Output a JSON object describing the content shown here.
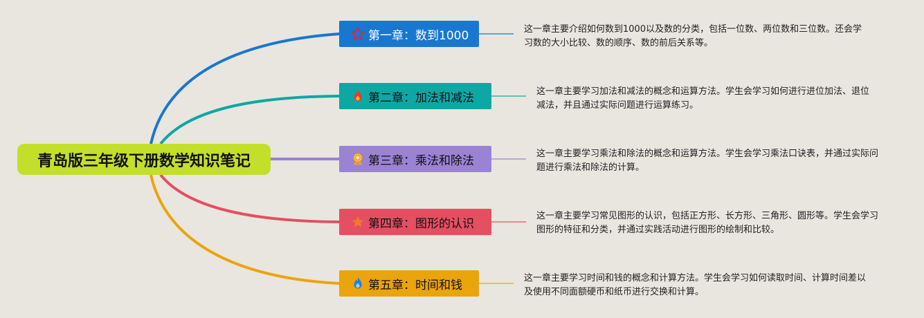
{
  "root": {
    "title": "青岛版三年级下册数学知识笔记",
    "color": "#c3df2a"
  },
  "chapters": [
    {
      "label": "第一章：数到1000",
      "description": "这一章主要介绍如何数到1000以及数的分类，包括一位数、两位数和三位数。还会学习数的大小比较、数的顺序、数的前后关系等。",
      "icon": "star-outline-icon",
      "color": "#1877d1",
      "text_color": "#ffffff"
    },
    {
      "label": "第二章：加法和减法",
      "description": "这一章主要学习加法和减法的概念和运算方法。学生会学习如何进行进位加法、退位减法，并且通过实际问题进行运算练习。",
      "icon": "fire-icon",
      "color": "#0ea7a4",
      "text_color": "#111111"
    },
    {
      "label": "第三章：乘法和除法",
      "description": "这一章主要学习乘法和除法的概念和运算方法。学生会学习乘法口诀表，并通过实际问题进行乘法和除法的计算。",
      "icon": "award-ribbon-icon",
      "color": "#9a82d4",
      "text_color": "#111111"
    },
    {
      "label": "第四章：图形的认识",
      "description": "这一章主要学习常见图形的认识，包括正方形、长方形、三角形、圆形等。学生会学习图形的特征和分类，并通过实践活动进行图形的绘制和比较。",
      "icon": "star-solid-icon",
      "color": "#e44f62",
      "text_color": "#111111"
    },
    {
      "label": "第五章：时间和钱",
      "description": "这一章主要学习时间和钱的概念和计算方法。学生会学习如何读取时间、计算时间差以及使用不同面额硬币和纸币进行交换和计算。",
      "icon": "blue-flame-icon",
      "color": "#eaa40c",
      "text_color": "#111111"
    }
  ]
}
